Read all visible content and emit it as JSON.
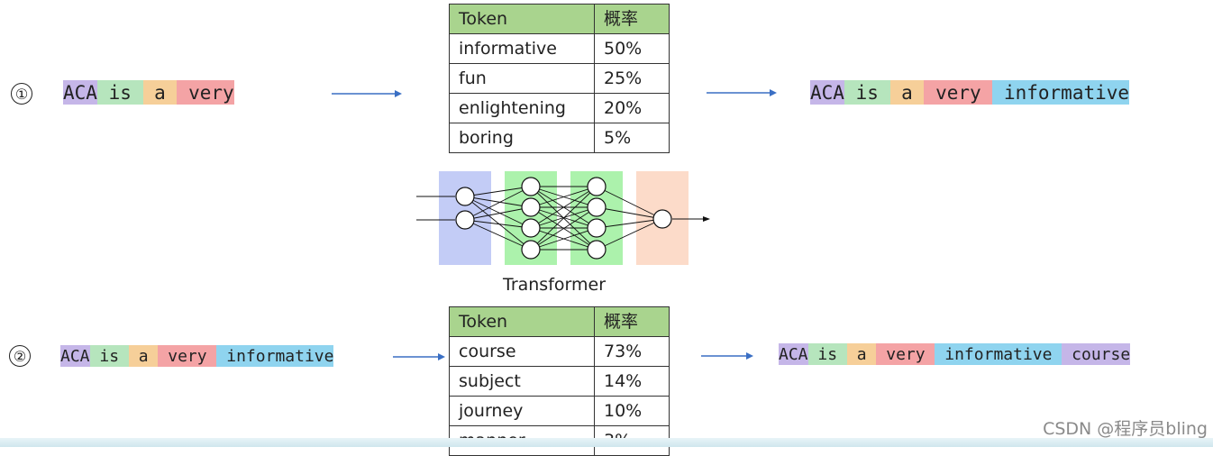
{
  "step1": {
    "marker": "①",
    "input_tokens": [
      {
        "text": "ACA",
        "color": "#c5b6e8"
      },
      {
        "text": " is ",
        "color": "#b6e5bd"
      },
      {
        "text": " a ",
        "color": "#f6cf99"
      },
      {
        "text": " very",
        "color": "#f4a3a5"
      }
    ],
    "table": {
      "header": {
        "token": "Token",
        "prob": "概率"
      },
      "rows": [
        {
          "token": "informative",
          "prob": "50%"
        },
        {
          "token": "fun",
          "prob": "25%"
        },
        {
          "token": "enlightening",
          "prob": "20%"
        },
        {
          "token": "boring",
          "prob": "5%"
        }
      ]
    },
    "output_tokens": [
      {
        "text": "ACA",
        "color": "#c5b6e8"
      },
      {
        "text": " is ",
        "color": "#b6e5bd"
      },
      {
        "text": " a ",
        "color": "#f6cf99"
      },
      {
        "text": " very ",
        "color": "#f4a3a5"
      },
      {
        "text": " informative",
        "color": "#8fd4ef"
      }
    ]
  },
  "transformer": {
    "label": "Transformer",
    "layer_colors": [
      "#b8c3f5",
      "#9ef09e",
      "#9ef09e",
      "#fbd5bf"
    ]
  },
  "step2": {
    "marker": "②",
    "input_tokens": [
      {
        "text": "ACA",
        "color": "#c5b6e8"
      },
      {
        "text": " is ",
        "color": "#b6e5bd"
      },
      {
        "text": " a ",
        "color": "#f6cf99"
      },
      {
        "text": " very ",
        "color": "#f4a3a5"
      },
      {
        "text": " informative",
        "color": "#8fd4ef"
      }
    ],
    "table": {
      "header": {
        "token": "Token",
        "prob": "概率"
      },
      "rows": [
        {
          "token": "course",
          "prob": "73%"
        },
        {
          "token": "subject",
          "prob": "14%"
        },
        {
          "token": "journey",
          "prob": "10%"
        },
        {
          "token": "manner",
          "prob": "3%"
        }
      ]
    },
    "output_tokens": [
      {
        "text": "ACA",
        "color": "#c5b6e8"
      },
      {
        "text": " is ",
        "color": "#b6e5bd"
      },
      {
        "text": " a ",
        "color": "#f6cf99"
      },
      {
        "text": " very ",
        "color": "#f4a3a5"
      },
      {
        "text": " informative ",
        "color": "#8fd4ef"
      },
      {
        "text": " course",
        "color": "#c5b6e8"
      }
    ]
  },
  "watermark": "CSDN @程序员bling",
  "arrow_color": "#3a6fc4"
}
